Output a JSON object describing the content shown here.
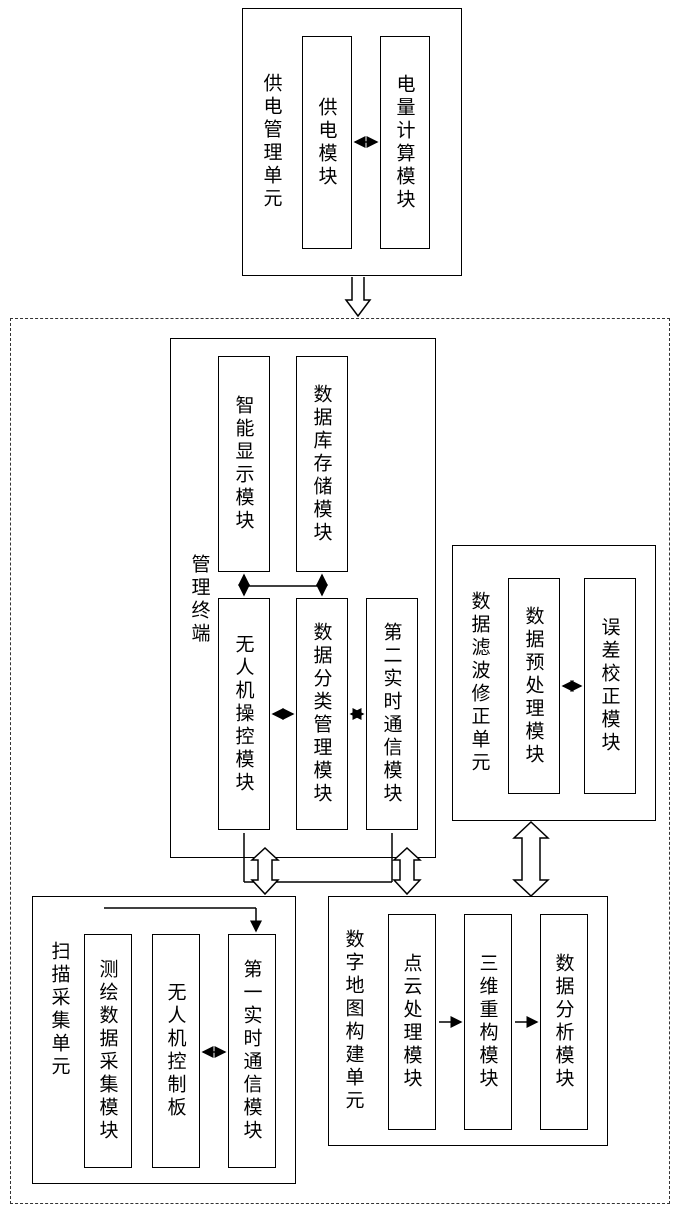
{
  "power_unit": {
    "title": "供电管理单元",
    "modules": [
      "供电模块",
      "电量计算模块"
    ]
  },
  "management_terminal": {
    "title": "管理终端",
    "top_modules": [
      "智能显示模块",
      "数据库存储模块"
    ],
    "bottom_modules": [
      "无人机操控模块",
      "数据分类管理模块",
      "第二实时通信模块"
    ]
  },
  "filter_unit": {
    "title": "数据滤波修正单元",
    "modules": [
      "数据预处理模块",
      "误差校正模块"
    ]
  },
  "scan_unit": {
    "title": "扫描采集单元",
    "modules": [
      "测绘数据采集模块",
      "无人机控制板",
      "第一实时通信模块"
    ]
  },
  "map_unit": {
    "title": "数字地图构建单元",
    "modules": [
      "点云处理模块",
      "三维重构模块",
      "数据分析模块"
    ]
  }
}
